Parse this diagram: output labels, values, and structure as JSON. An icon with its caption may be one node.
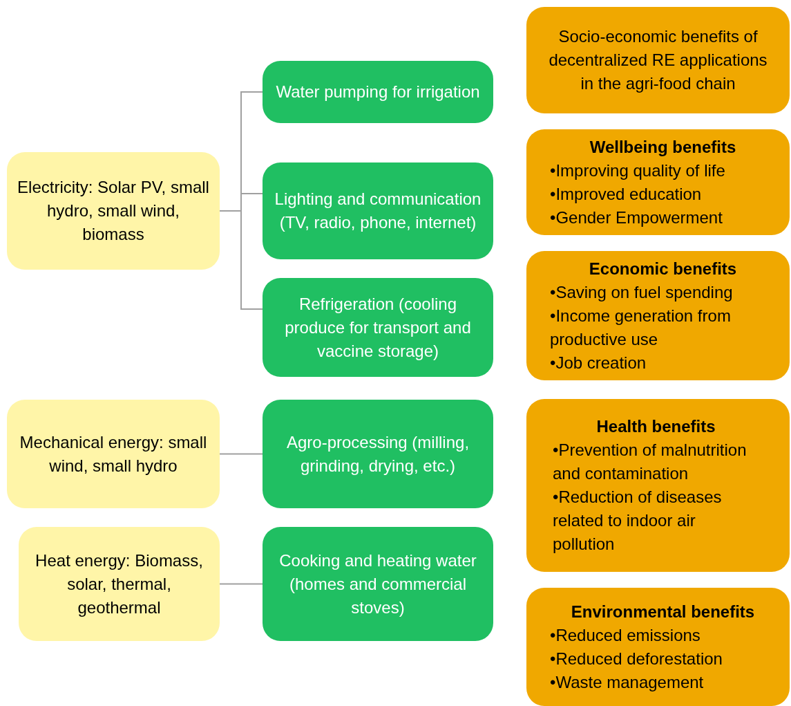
{
  "diagram": {
    "nodes": [
      {
        "text": [
          "Electricity: Solar PV, small hydro, small wind, biomass"
        ]
      },
      {
        "text": [
          "Water pumping for irrigation"
        ]
      },
      {
        "text": [
          "Lighting and communication (TV, radio, phone, internet)"
        ]
      },
      {
        "text": [
          "Refrigeration (cooling produce for transport and vaccine storage)"
        ]
      },
      {
        "text": [
          "Mechanical energy: small wind, small hydro"
        ]
      },
      {
        "text": [
          "Agro-processing (milling, grinding, drying, etc.)"
        ]
      },
      {
        "text": [
          "Heat energy: Biomass, solar, thermal, geothermal"
        ]
      },
      {
        "text": [
          "Cooking and heating water",
          "(homes and commercial stoves)"
        ]
      },
      {
        "text": [
          "Socio-economic benefits of decentralized RE applications in the agri-food chain"
        ]
      },
      {
        "text": [
          "Wellbeing benefits",
          "•Improving quality of life",
          "•Improved education",
          "•Gender Empowerment"
        ]
      },
      {
        "text": [
          "Economic benefits",
          "•Saving on fuel spending",
          "•Income generation from productive use",
          "•Job creation"
        ]
      },
      {
        "text": [
          "Health benefits",
          "•Prevention of malnutrition and contamination",
          "•Reduction of diseases related to indoor air pollution"
        ]
      },
      {
        "text": [
          "Environmental benefits",
          "•Reduced emissions",
          "•Reduced deforestation",
          "•Waste management"
        ]
      }
    ],
    "edges": [
      {
        "from": 0,
        "to": 1,
        "arrow": "none"
      },
      {
        "from": 0,
        "to": 2,
        "arrow": "none"
      },
      {
        "from": 0,
        "to": 3,
        "arrow": "none"
      },
      {
        "from": 4,
        "to": 5,
        "arrow": "none"
      },
      {
        "from": 6,
        "to": 7,
        "arrow": "none"
      }
    ]
  }
}
